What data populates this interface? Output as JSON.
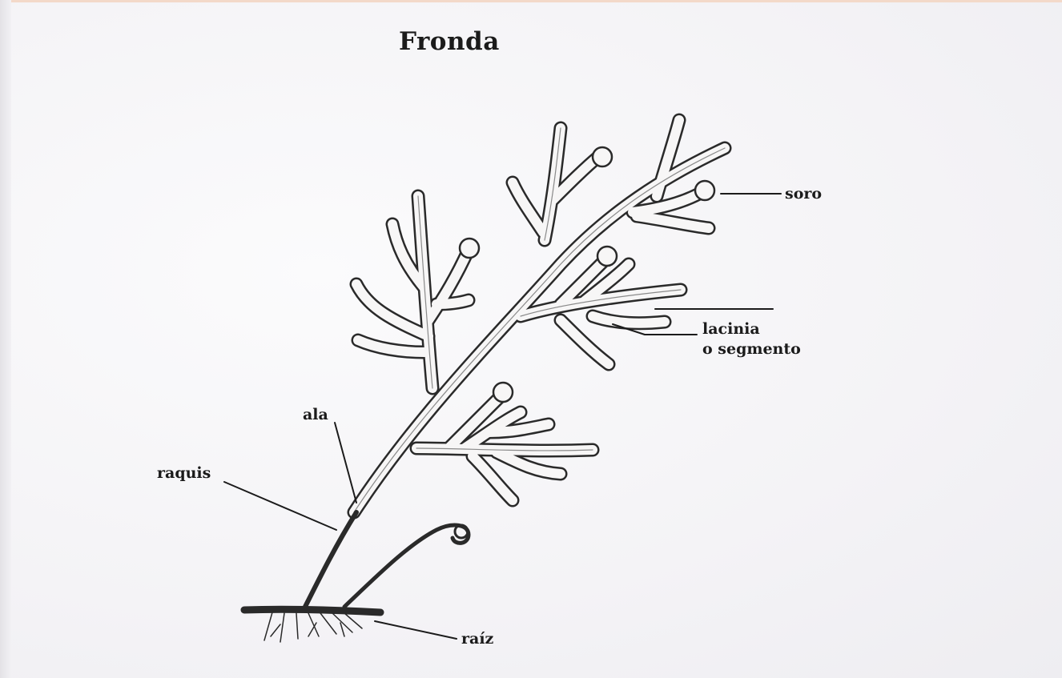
{
  "title": "Fronda",
  "labels": {
    "soro": "soro",
    "lacinia_line1": "lacinia",
    "lacinia_line2": "o segmento",
    "ala": "ala",
    "raquis": "raquis",
    "raiz": "raíz"
  },
  "colors": {
    "ink": "#2a2a2a",
    "frond_fill": "#f7f6f6",
    "background": "#f6f5f7"
  }
}
